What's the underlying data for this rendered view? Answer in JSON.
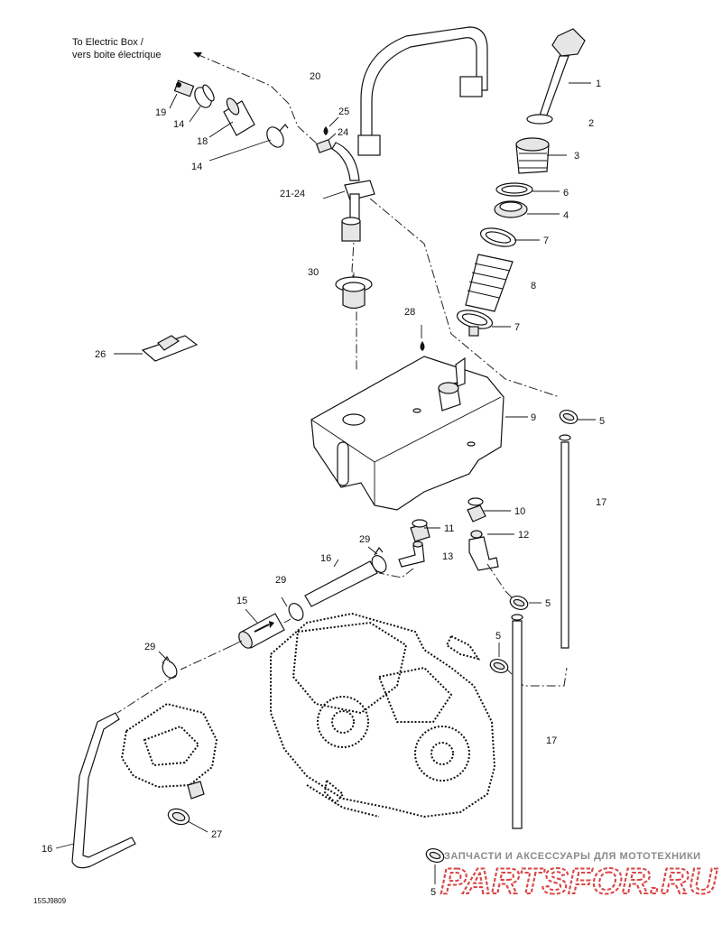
{
  "header": {
    "line1": "To Electric Box /",
    "line2": "vers boite électrique"
  },
  "callouts": [
    {
      "id": "c1",
      "text": "1"
    },
    {
      "id": "c2",
      "text": "2"
    },
    {
      "id": "c3",
      "text": "3"
    },
    {
      "id": "c4",
      "text": "4"
    },
    {
      "id": "c5a",
      "text": "5"
    },
    {
      "id": "c5b",
      "text": "5"
    },
    {
      "id": "c5c",
      "text": "5"
    },
    {
      "id": "c5d",
      "text": "5"
    },
    {
      "id": "c6",
      "text": "6"
    },
    {
      "id": "c7a",
      "text": "7"
    },
    {
      "id": "c7b",
      "text": "7"
    },
    {
      "id": "c8",
      "text": "8"
    },
    {
      "id": "c9",
      "text": "9"
    },
    {
      "id": "c10",
      "text": "10"
    },
    {
      "id": "c11",
      "text": "11"
    },
    {
      "id": "c12",
      "text": "12"
    },
    {
      "id": "c13",
      "text": "13"
    },
    {
      "id": "c14a",
      "text": "14"
    },
    {
      "id": "c14b",
      "text": "14"
    },
    {
      "id": "c15",
      "text": "15"
    },
    {
      "id": "c16a",
      "text": "16"
    },
    {
      "id": "c16b",
      "text": "16"
    },
    {
      "id": "c17a",
      "text": "17"
    },
    {
      "id": "c17b",
      "text": "17"
    },
    {
      "id": "c18",
      "text": "18"
    },
    {
      "id": "c19",
      "text": "19"
    },
    {
      "id": "c20",
      "text": "20"
    },
    {
      "id": "c21",
      "text": "21-24"
    },
    {
      "id": "c24",
      "text": "24"
    },
    {
      "id": "c25",
      "text": "25"
    },
    {
      "id": "c26",
      "text": "26"
    },
    {
      "id": "c27",
      "text": "27"
    },
    {
      "id": "c28",
      "text": "28"
    },
    {
      "id": "c29a",
      "text": "29"
    },
    {
      "id": "c29b",
      "text": "29"
    },
    {
      "id": "c29c",
      "text": "29"
    },
    {
      "id": "c30",
      "text": "30"
    }
  ],
  "reference_code": "15SJ9809",
  "watermark": {
    "tagline": "ЗАПЧАСТИ И АКСЕССУАРЫ ДЛЯ МОТОТЕХНИКИ",
    "brand": "PARTSFOR.RU"
  }
}
